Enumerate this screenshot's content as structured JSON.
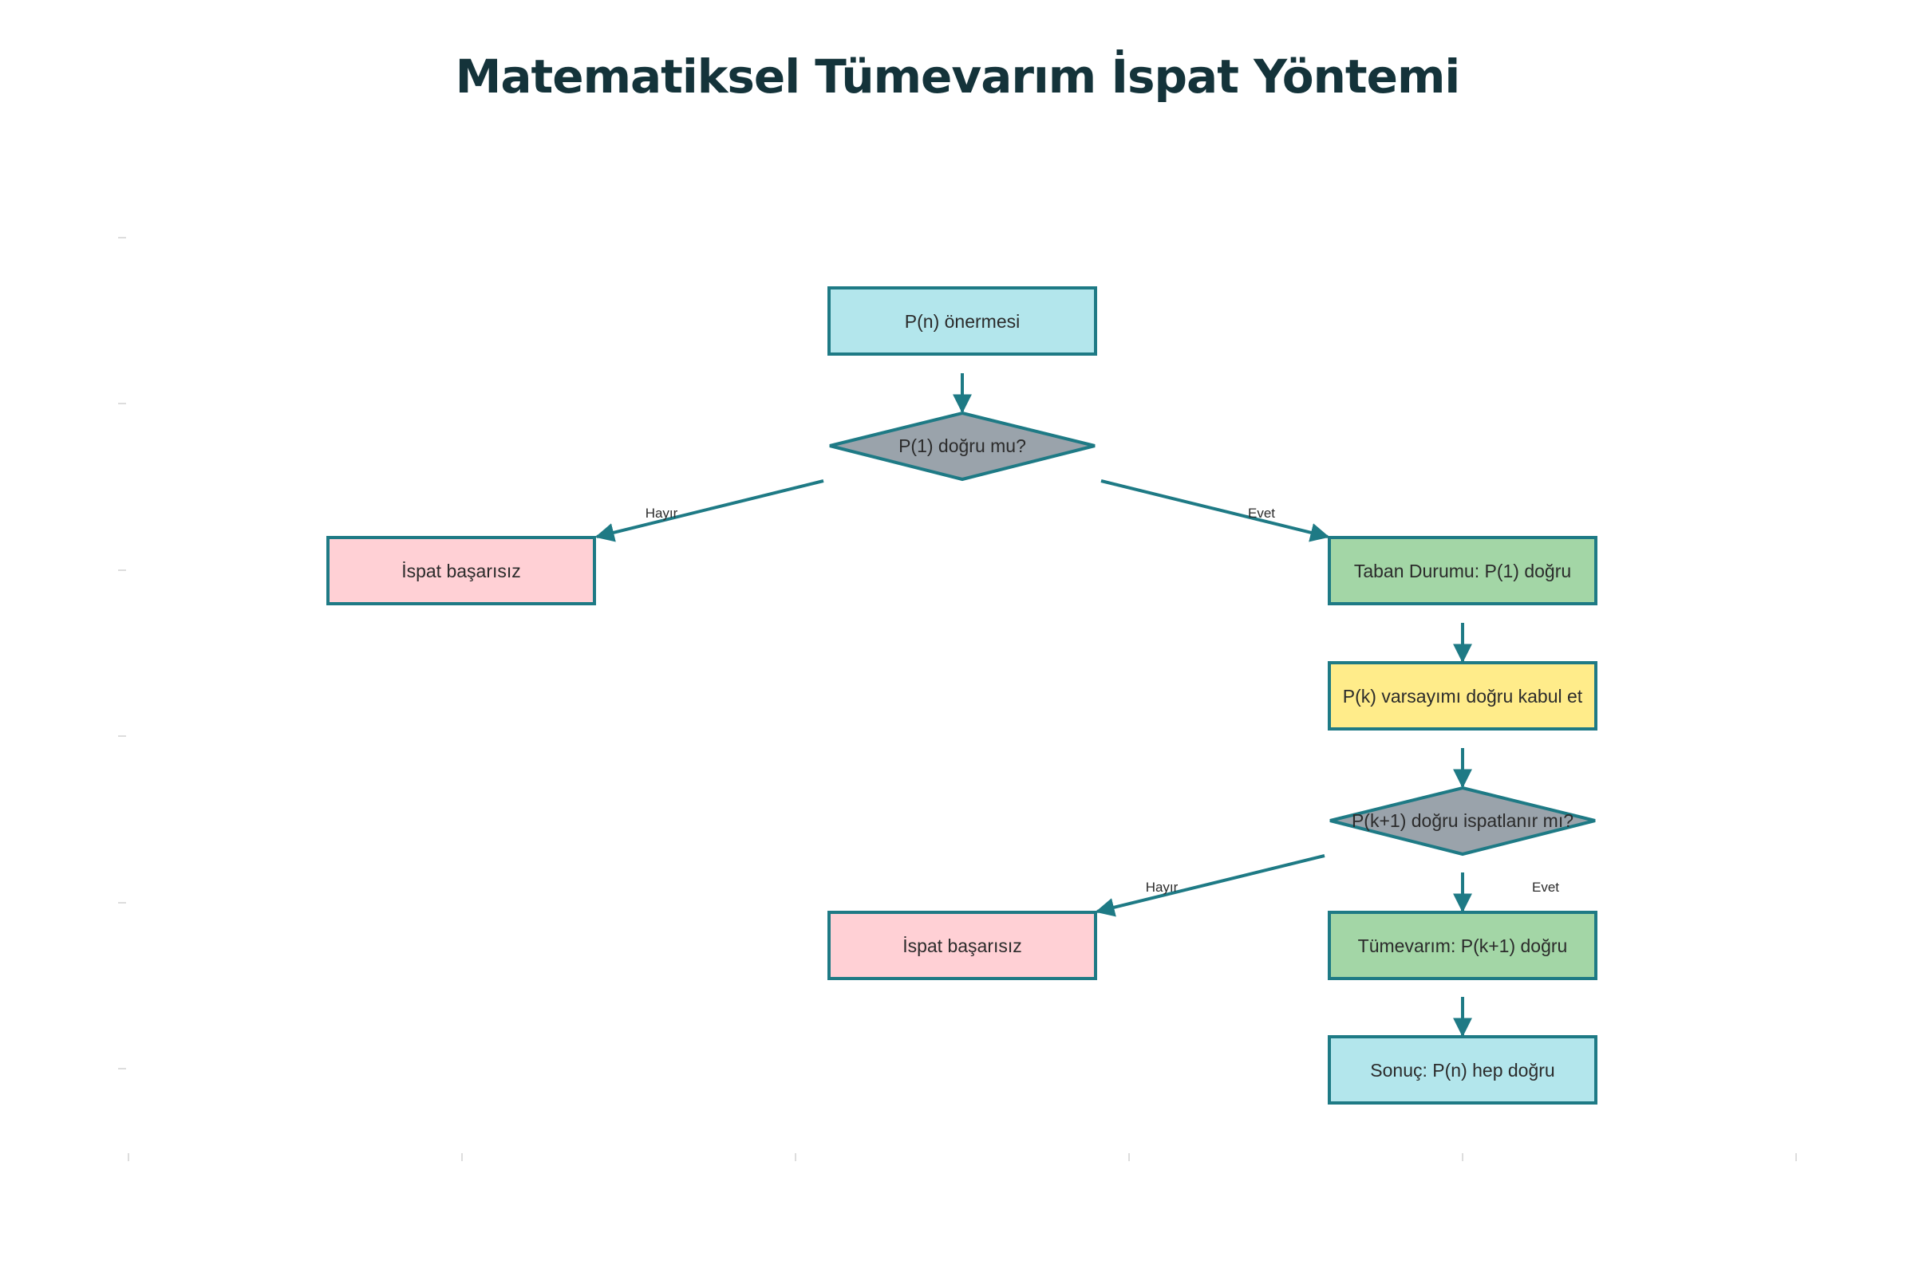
{
  "title": "Matematiksel Tümevarım İspat Yöntemi",
  "colors": {
    "stroke": "#1e7a85",
    "cyan": "#b3e6ec",
    "gray": "#9aa3ab",
    "pink": "#ffd0d5",
    "green": "#a3d6a6",
    "yellow": "#ffec8a",
    "title": "#14333a"
  },
  "nodes": {
    "start": "P(n) önermesi",
    "base_check": "P(1) doğru mu?",
    "fail_base": "İspat başarısız",
    "base_ok": "Taban Durumu: P(1) doğru",
    "hypothesis": "P(k) varsayımı doğru kabul et",
    "step_check": "P(k+1) doğru ispatlanır mı?",
    "fail_step": "İspat başarısız",
    "step_ok": "Tümevarım: P(k+1) doğru",
    "conclusion": "Sonuç: P(n) hep doğru"
  },
  "edges": {
    "base_no": "Hayır",
    "base_yes": "Evet",
    "step_no": "Hayır",
    "step_yes": "Evet"
  }
}
